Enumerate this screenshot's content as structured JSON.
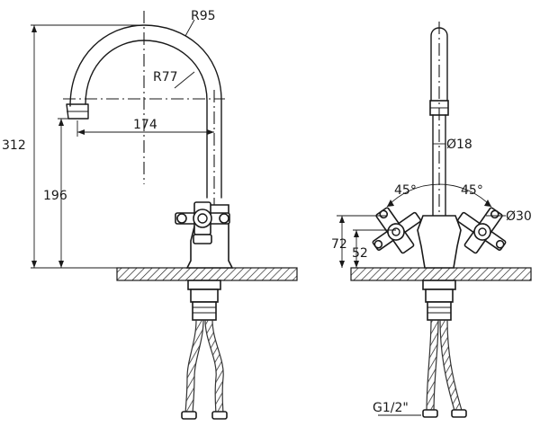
{
  "dimensions": {
    "r95": "R95",
    "r77": "R77",
    "d174": "174",
    "d312": "312",
    "d196": "196",
    "d18": "Ø18",
    "a45_left": "45°",
    "a45_right": "45°",
    "d30": "Ø30",
    "d72": "72",
    "d52": "52",
    "thread": "G1/2\""
  }
}
